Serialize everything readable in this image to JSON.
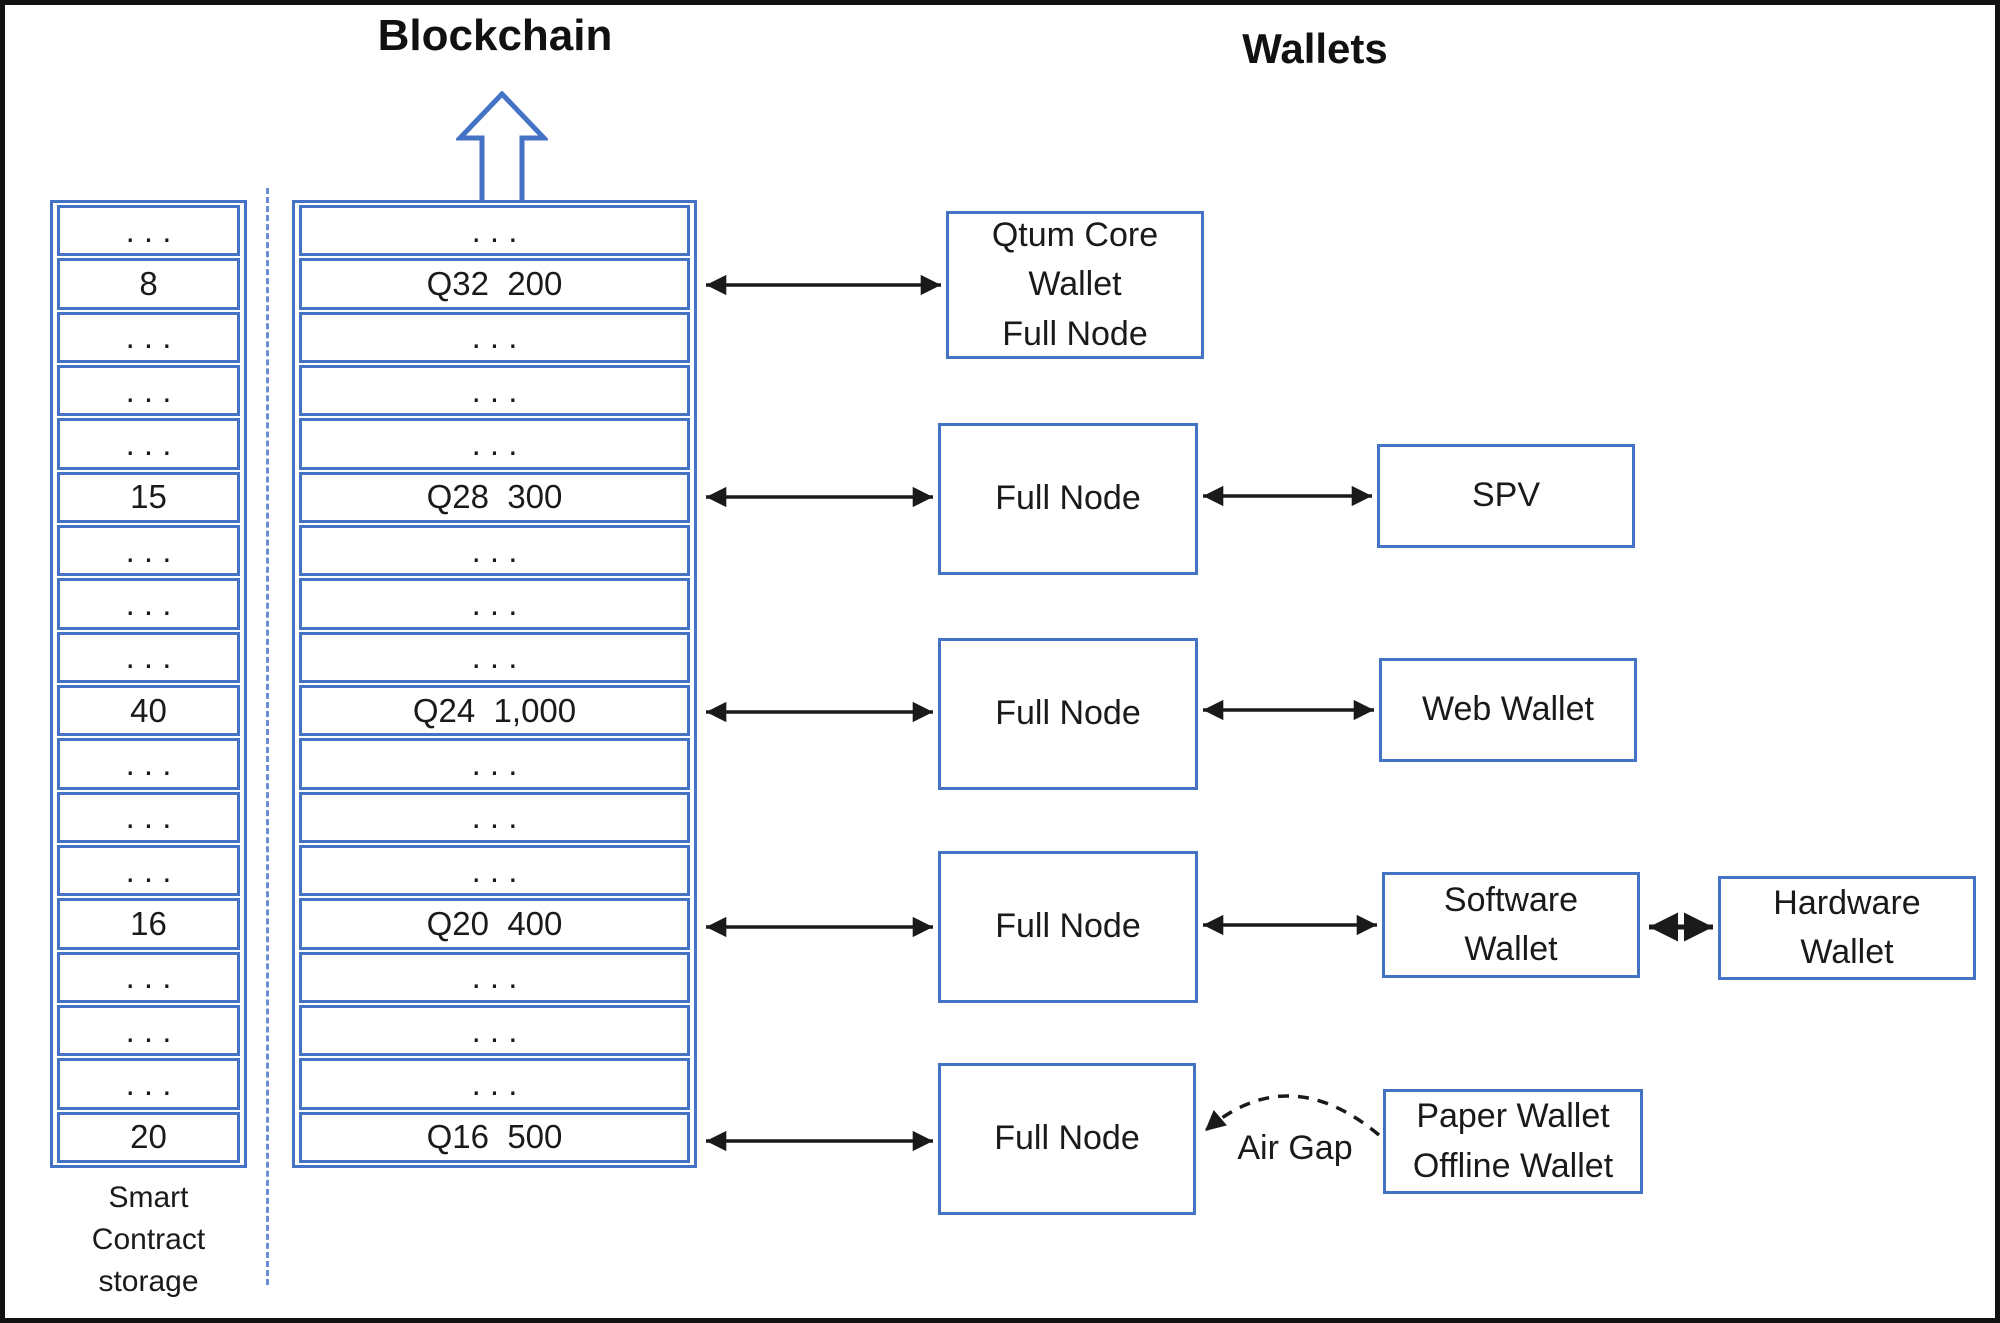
{
  "titles": {
    "blockchain": "Blockchain",
    "wallets": "Wallets"
  },
  "smart_contract_storage": {
    "cells": [
      ". . .",
      "8",
      ". . .",
      ". . .",
      ". . .",
      "15",
      ". . .",
      ". . .",
      ". . .",
      "40",
      ". . .",
      ". . .",
      ". . .",
      "16",
      ". . .",
      ". . .",
      ". . .",
      "20"
    ],
    "caption": "Smart\nContract\nstorage"
  },
  "blockchain_column": {
    "cells": [
      ". . .",
      "Q32  200",
      ". . .",
      ". . .",
      ". . .",
      "Q28  300",
      ". . .",
      ". . .",
      ". . .",
      "Q24  1,000",
      ". . .",
      ". . .",
      ". . .",
      "Q20  400",
      ". . .",
      ". . .",
      ". . .",
      "Q16  500"
    ]
  },
  "wallets": {
    "qtum_core": "Qtum Core\nWallet\nFull Node",
    "full_node_2": "Full Node",
    "spv": "SPV",
    "full_node_3": "Full Node",
    "web_wallet": "Web Wallet",
    "full_node_4": "Full Node",
    "software_wallet": "Software\nWallet",
    "hardware_wallet": "Hardware\nWallet",
    "full_node_5": "Full Node",
    "paper_wallet": "Paper Wallet\nOffline Wallet",
    "air_gap_label": "Air Gap"
  },
  "colors": {
    "box_border": "#4472C4",
    "arrow": "#1a1a1a",
    "text": "#1a1a1a"
  }
}
